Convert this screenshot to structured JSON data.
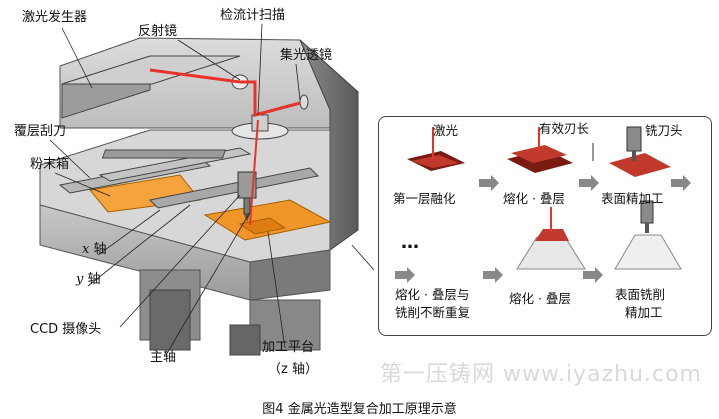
{
  "labels": {
    "laser_generator": "激光发生器",
    "mirror": "反射镜",
    "galvo_scanner": "检流计扫描",
    "focus_lens": "集光透镜",
    "recoater": "覆层刮刀",
    "powder_box": "粉末箱",
    "x_axis_var": "x",
    "x_axis_word": "轴",
    "y_axis_var": "y",
    "y_axis_word": "轴",
    "ccd_camera": "CCD 摄像头",
    "spindle": "主轴",
    "platform": "加工平台",
    "platform_z": "（z 轴）"
  },
  "process": {
    "laser": "激光",
    "effective_blade_length": "有效刃长",
    "cutter_head": "铣刀头",
    "step1": "第一层融化",
    "step2": "熔化 · 叠层",
    "step3": "表面精加工",
    "ellipsis": "…",
    "step4_line1": "熔化 · 叠层与",
    "step4_line2": "铣削不断重复",
    "step5": "熔化 · 叠层",
    "step6_line1": "表面铣削",
    "step6_line2": "精加工"
  },
  "watermark": "第一压铸网 www.iyazhu.com",
  "caption": "图4   金属光造型复合加工原理示意",
  "colors": {
    "laser": "#e8322a",
    "powder": "#f5a33c",
    "part": "#c0392b",
    "machine_dark": "#6e6e6e"
  }
}
